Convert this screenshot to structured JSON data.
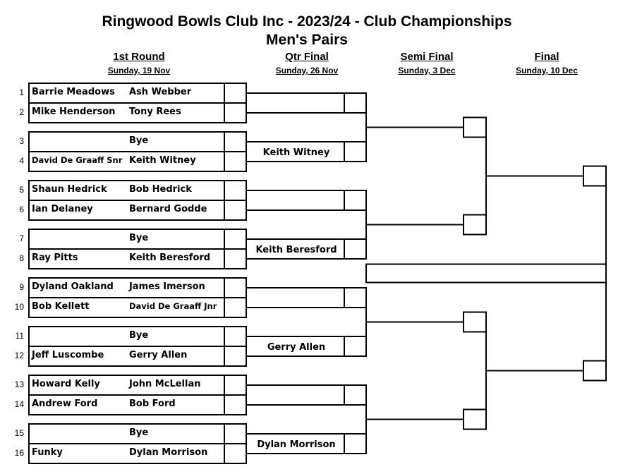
{
  "header": {
    "title": "Ringwood Bowls Club Inc - 2023/24 - Club Championships",
    "subtitle": "Men's Pairs"
  },
  "rounds": [
    {
      "name": "1st Round",
      "date": "Sunday, 19 Nov"
    },
    {
      "name": "Qtr Final",
      "date": "Sunday, 26 Nov"
    },
    {
      "name": "Semi Final",
      "date": "Sunday, 3 Dec"
    },
    {
      "name": "Final",
      "date": "Sunday, 10 Dec"
    }
  ],
  "entries": [
    {
      "num": "1",
      "skip": "Barrie Meadows",
      "partner": "Ash Webber"
    },
    {
      "num": "2",
      "skip": "Mike Henderson",
      "partner": "Tony Rees"
    },
    {
      "num": "3",
      "skip": "",
      "partner": "Bye"
    },
    {
      "num": "4",
      "skip": "David De Graaff Snr",
      "partner": "Keith Witney"
    },
    {
      "num": "5",
      "skip": "Shaun Hedrick",
      "partner": "Bob Hedrick"
    },
    {
      "num": "6",
      "skip": "Ian Delaney",
      "partner": "Bernard Godde"
    },
    {
      "num": "7",
      "skip": "",
      "partner": "Bye"
    },
    {
      "num": "8",
      "skip": "Ray Pitts",
      "partner": "Keith Beresford"
    },
    {
      "num": "9",
      "skip": "Dyland Oakland",
      "partner": "James Imerson"
    },
    {
      "num": "10",
      "skip": "Bob Kellett",
      "partner": "David De Graaff Jnr"
    },
    {
      "num": "11",
      "skip": "",
      "partner": "Bye"
    },
    {
      "num": "12",
      "skip": "Jeff Luscombe",
      "partner": "Gerry Allen"
    },
    {
      "num": "13",
      "skip": "Howard Kelly",
      "partner": "John McLellan"
    },
    {
      "num": "14",
      "skip": "Andrew Ford",
      "partner": "Bob Ford"
    },
    {
      "num": "15",
      "skip": "",
      "partner": "Bye"
    },
    {
      "num": "16",
      "skip": "Funky",
      "partner": "Dylan Morrison"
    }
  ],
  "quarter_final_advancers": [
    "Keith Witney",
    "Keith Beresford",
    "Gerry Allen",
    "Dylan Morrison"
  ]
}
